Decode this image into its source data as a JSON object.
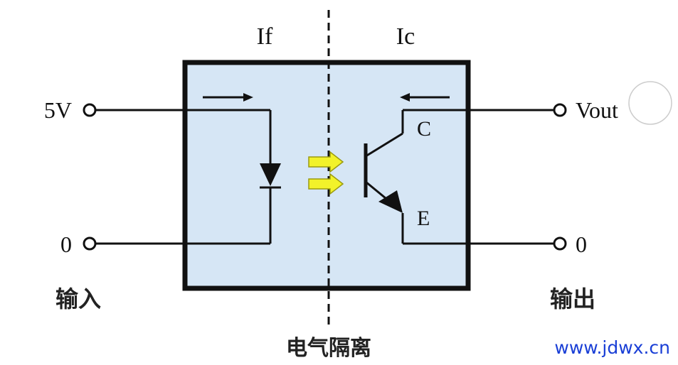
{
  "labels": {
    "if_label": "If",
    "ic_label": "Ic",
    "vcc_label": "5V",
    "input_ground": "0",
    "vout_label": "Vout",
    "output_ground": "0",
    "collector_label": "C",
    "emitter_label": "E",
    "input_text": "输入",
    "output_text": "输出",
    "isolation_text": "电气隔离",
    "watermark": "www.jdwx.cn"
  },
  "colors": {
    "box_fill": "#d6e6f5",
    "line": "#111111",
    "light_arrow": "#f2f22a",
    "light_arrow_stroke": "#9a9a10",
    "watermark": "#1a3fd6"
  }
}
